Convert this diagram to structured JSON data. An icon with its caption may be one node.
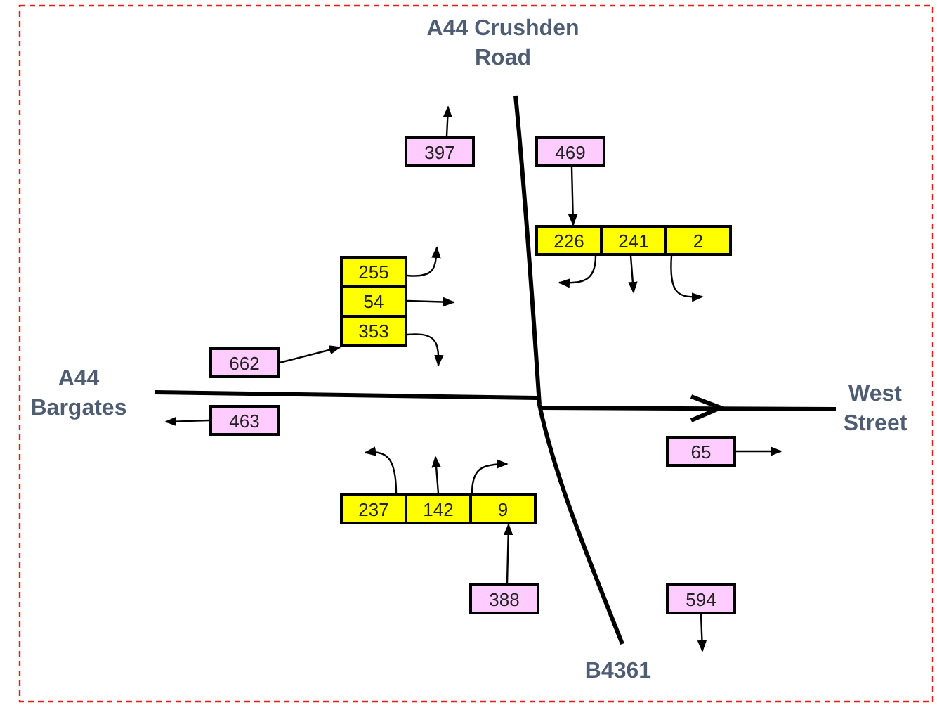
{
  "diagram": {
    "nodes": [
      {
        "text": [
          "397"
        ]
      },
      {
        "text": [
          "469"
        ]
      },
      {
        "text": [
          "226"
        ]
      },
      {
        "text": [
          "241"
        ]
      },
      {
        "text": [
          "2"
        ]
      },
      {
        "text": [
          "255"
        ]
      },
      {
        "text": [
          "54"
        ]
      },
      {
        "text": [
          "353"
        ]
      },
      {
        "text": [
          "662"
        ]
      },
      {
        "text": [
          "463"
        ]
      },
      {
        "text": [
          "65"
        ]
      },
      {
        "text": [
          "237"
        ]
      },
      {
        "text": [
          "142"
        ]
      },
      {
        "text": [
          "9"
        ]
      },
      {
        "text": [
          "388"
        ]
      },
      {
        "text": [
          "594"
        ]
      }
    ],
    "edges": [
      {
        "from": 0,
        "to": null,
        "arrow": "to"
      },
      {
        "from": 1,
        "to": 2,
        "arrow": "to"
      },
      {
        "from": 2,
        "to": null,
        "arrow": "to"
      },
      {
        "from": 3,
        "to": null,
        "arrow": "to"
      },
      {
        "from": 4,
        "to": null,
        "arrow": "to"
      },
      {
        "from": 5,
        "to": null,
        "arrow": "to"
      },
      {
        "from": 6,
        "to": null,
        "arrow": "to"
      },
      {
        "from": 7,
        "to": null,
        "arrow": "to"
      },
      {
        "from": 8,
        "to": 7,
        "arrow": "to"
      },
      {
        "from": 9,
        "to": null,
        "arrow": "to"
      },
      {
        "from": 10,
        "to": null,
        "arrow": "to"
      },
      {
        "from": 11,
        "to": null,
        "arrow": "to"
      },
      {
        "from": 12,
        "to": null,
        "arrow": "to"
      },
      {
        "from": 13,
        "to": null,
        "arrow": "to"
      },
      {
        "from": 14,
        "to": 13,
        "arrow": "to"
      },
      {
        "from": 15,
        "to": null,
        "arrow": "to"
      }
    ],
    "labels": [
      "A44 Crushden Road",
      "A44 Bargates",
      "West Street",
      "B4361"
    ]
  }
}
